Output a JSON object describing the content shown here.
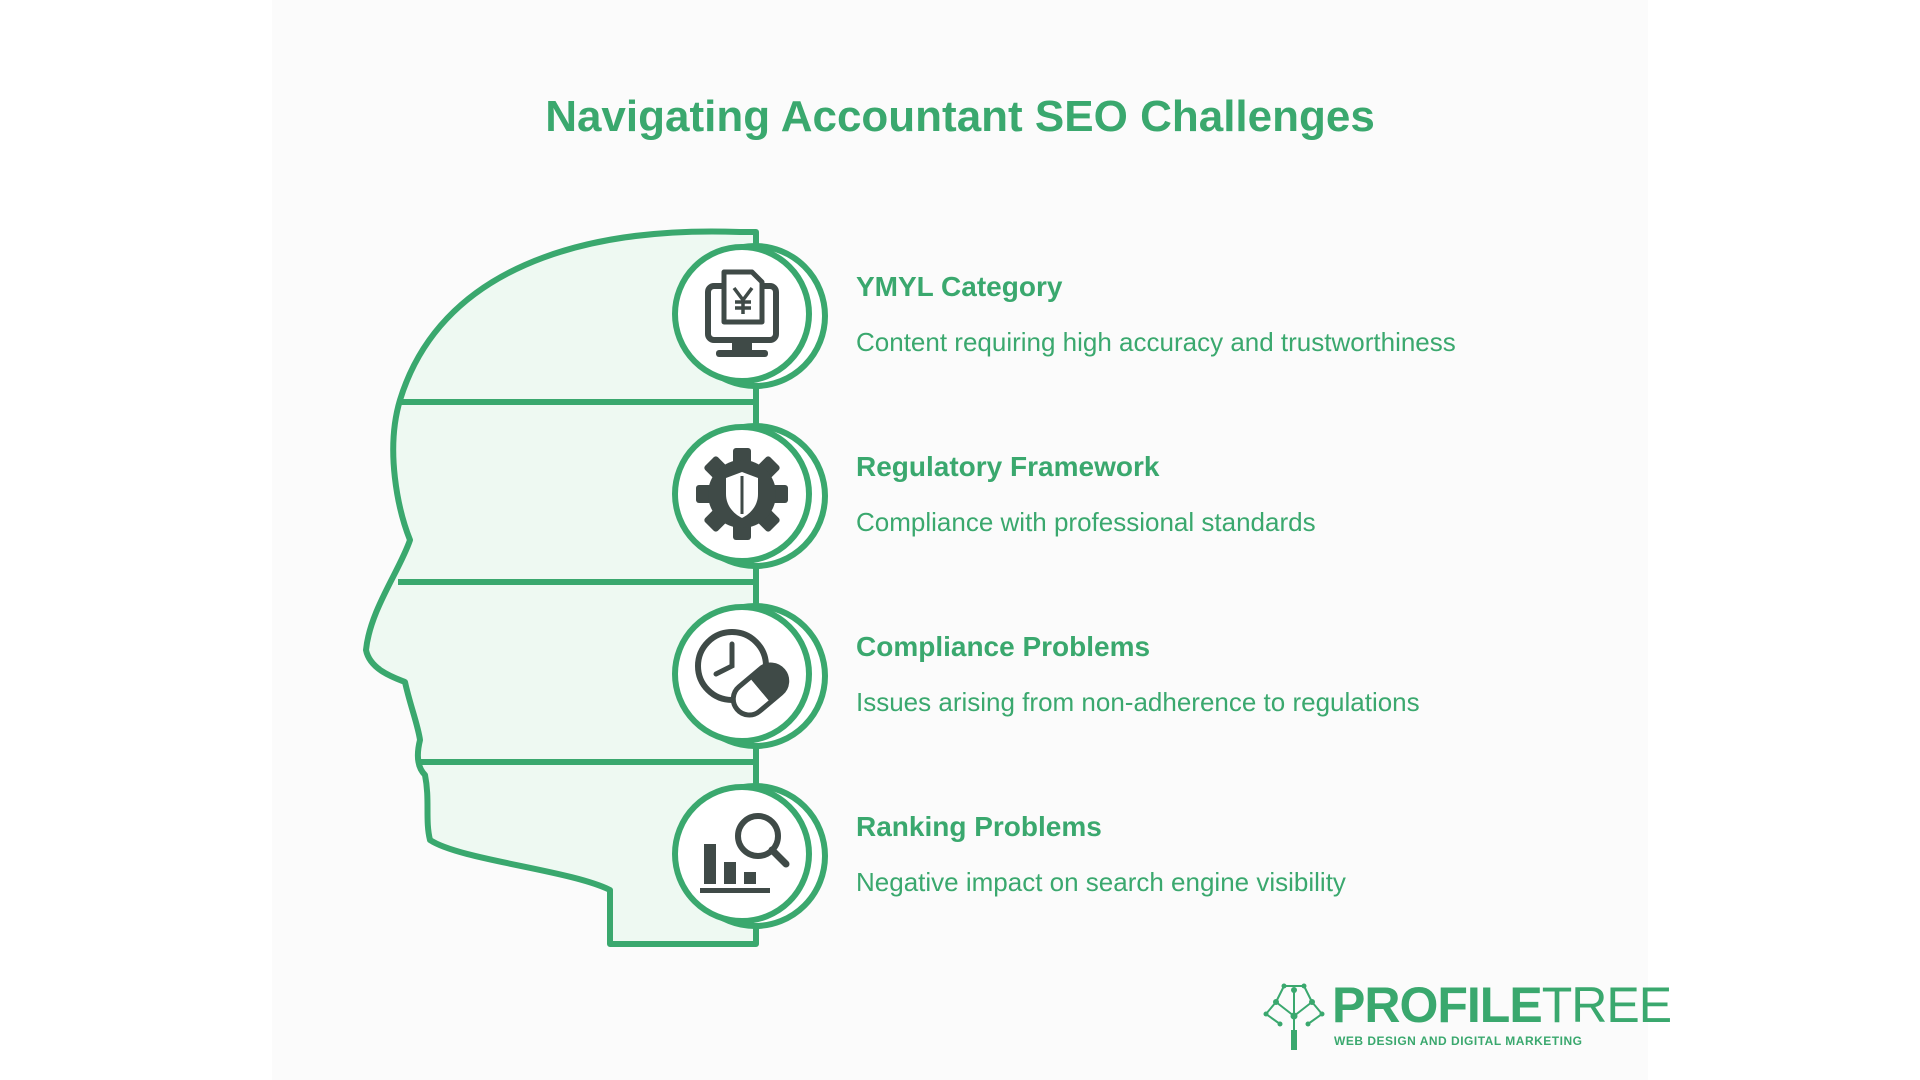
{
  "title": "Navigating Accountant SEO Challenges",
  "colors": {
    "accent": "#3aa86e",
    "fill": "#eef9f2",
    "icon": "#3f4a47"
  },
  "items": [
    {
      "title": "YMYL Category",
      "description": "Content requiring high accuracy and trustworthiness",
      "icon": "computer-document-yen-icon"
    },
    {
      "title": "Regulatory Framework",
      "description": "Compliance with professional standards",
      "icon": "gear-shield-icon"
    },
    {
      "title": "Compliance Problems",
      "description": "Issues arising from non-adherence to regulations",
      "icon": "clock-pill-icon"
    },
    {
      "title": "Ranking Problems",
      "description": "Negative impact on search engine visibility",
      "icon": "chart-magnifier-icon"
    }
  ],
  "brand": {
    "name_bold": "PROFILE",
    "name_thin": "TREE",
    "tagline": "WEB DESIGN AND DIGITAL MARKETING",
    "logo_icon": "tree-network-icon"
  }
}
